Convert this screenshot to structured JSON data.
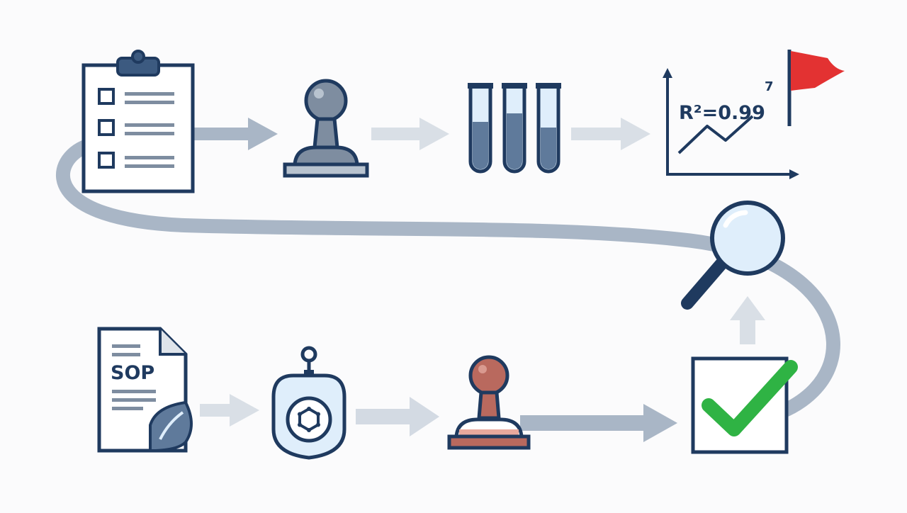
{
  "diagram": {
    "type": "process-flow",
    "colors": {
      "outline": "#1f3a5f",
      "path": "#a9b6c6",
      "arrow_faint": "#d9dfe6",
      "fill_blue": "#dfeefb",
      "liquid": "#5f7a9b",
      "stamp_grey": "#7e8da0",
      "stamp_red": "#b9695e",
      "stamp_band": "#e9a99d",
      "check_green": "#2fb344",
      "flag_red": "#e33232"
    },
    "steps": [
      {
        "icon": "checklist-clipboard-icon"
      },
      {
        "icon": "approval-stamp-icon"
      },
      {
        "icon": "test-tubes-icon"
      },
      {
        "icon": "calibration-chart-icon"
      },
      {
        "icon": "magnifier-icon"
      },
      {
        "icon": "sop-document-icon"
      },
      {
        "icon": "chemical-tag-icon"
      },
      {
        "icon": "red-stamp-icon"
      },
      {
        "icon": "green-checkbox-icon"
      }
    ],
    "labels": {
      "r_squared": "R²=0.99",
      "superscript": "7",
      "sop": "SOP"
    }
  }
}
